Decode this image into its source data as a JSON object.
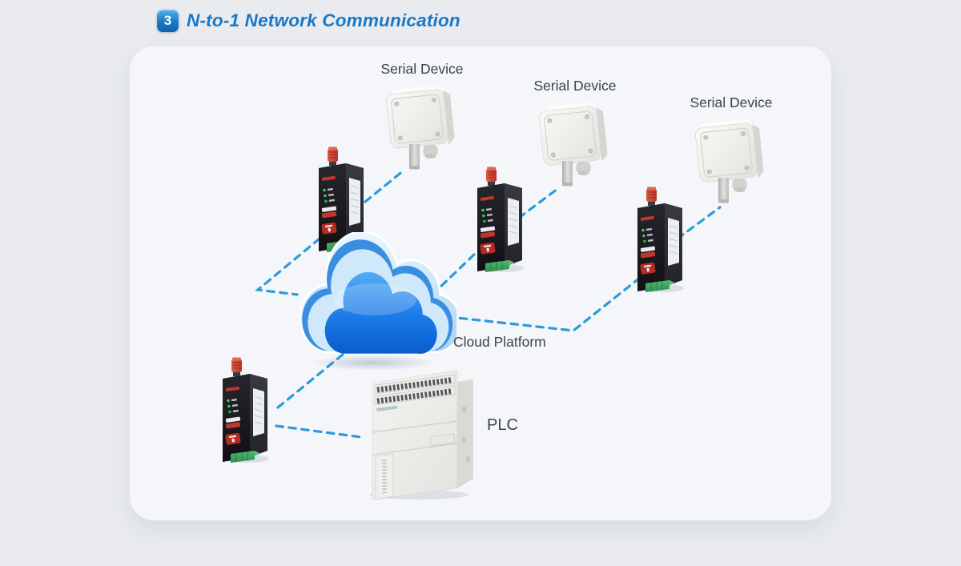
{
  "header": {
    "badge": "3",
    "title": "N-to-1 Network Communication"
  },
  "diagram": {
    "serial_devices": [
      {
        "label": "Serial Device",
        "icon": "junction-box-icon"
      },
      {
        "label": "Serial Device",
        "icon": "junction-box-icon"
      },
      {
        "label": "Serial Device",
        "icon": "junction-box-icon"
      }
    ],
    "gateways": [
      {
        "name": "serial-gateway-1",
        "icon": "gateway-icon"
      },
      {
        "name": "serial-gateway-2",
        "icon": "gateway-icon"
      },
      {
        "name": "serial-gateway-3",
        "icon": "gateway-icon"
      },
      {
        "name": "serial-gateway-4",
        "icon": "gateway-icon"
      }
    ],
    "cloud": {
      "label": "Cloud Platform",
      "icon": "cloud-icon"
    },
    "plc": {
      "label": "PLC",
      "icon": "plc-icon"
    },
    "connections": [
      {
        "from": "serial-gateway-1",
        "to": "serial-device-1"
      },
      {
        "from": "serial-gateway-1",
        "to": "cloud"
      },
      {
        "from": "serial-gateway-2",
        "to": "serial-device-2"
      },
      {
        "from": "serial-gateway-2",
        "to": "cloud"
      },
      {
        "from": "serial-gateway-3",
        "to": "serial-device-3"
      },
      {
        "from": "serial-gateway-3",
        "to": "cloud"
      },
      {
        "from": "serial-gateway-4",
        "to": "cloud"
      },
      {
        "from": "serial-gateway-4",
        "to": "plc"
      }
    ]
  },
  "colors": {
    "page_background": "#e9ebef",
    "card_background": "#f4f6f9",
    "title_blue": "#1878c8",
    "connection_line": "#2b9cda",
    "label_text": "#3d434b",
    "cloud_core_blue": "#0c66d6",
    "gateway_body": "#17171c",
    "terminal_green": "#3fae60",
    "antenna_red": "#c8402e"
  }
}
